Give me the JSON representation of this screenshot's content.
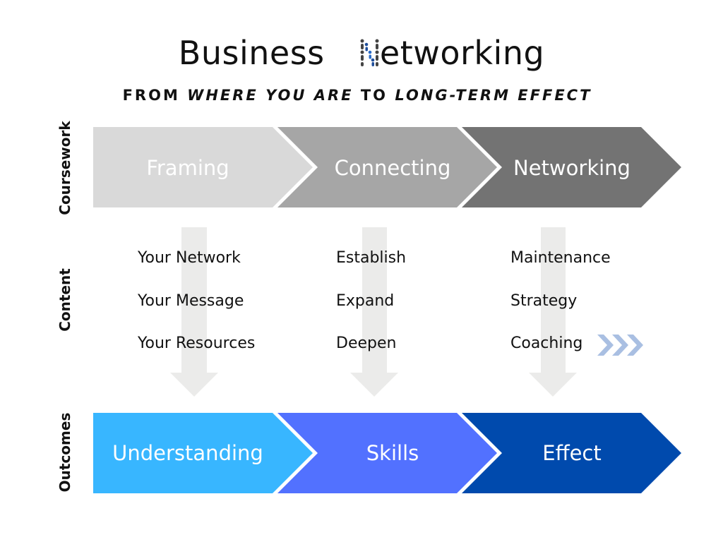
{
  "title": {
    "text_before": "Business",
    "text_after": "etworking",
    "stylized_letter": "N"
  },
  "subtitle": {
    "part1": "FROM ",
    "part2": "WHERE YOU ARE",
    "part3": " TO ",
    "part4": "LONG-TERM EFFECT"
  },
  "row_labels": {
    "coursework": "Coursework",
    "content": "Content",
    "outcomes": "Outcomes"
  },
  "coursework": [
    "Framing",
    "Connecting",
    "Networking"
  ],
  "content": [
    [
      "Your Network",
      "Your Message",
      "Your Resources"
    ],
    [
      "Establish",
      "Expand",
      "Deepen"
    ],
    [
      "Maintenance",
      "Strategy",
      "Coaching"
    ]
  ],
  "outcomes": [
    "Understanding",
    "Skills",
    "Effect"
  ],
  "colors": {
    "coursework": [
      "#d9d9d9",
      "#a6a6a6",
      "#737373"
    ],
    "outcomes": [
      "#38b6ff",
      "#5271ff",
      "#004aad"
    ],
    "down_arrow": "#ebebea",
    "small_chevrons": "#a9bfe2"
  }
}
